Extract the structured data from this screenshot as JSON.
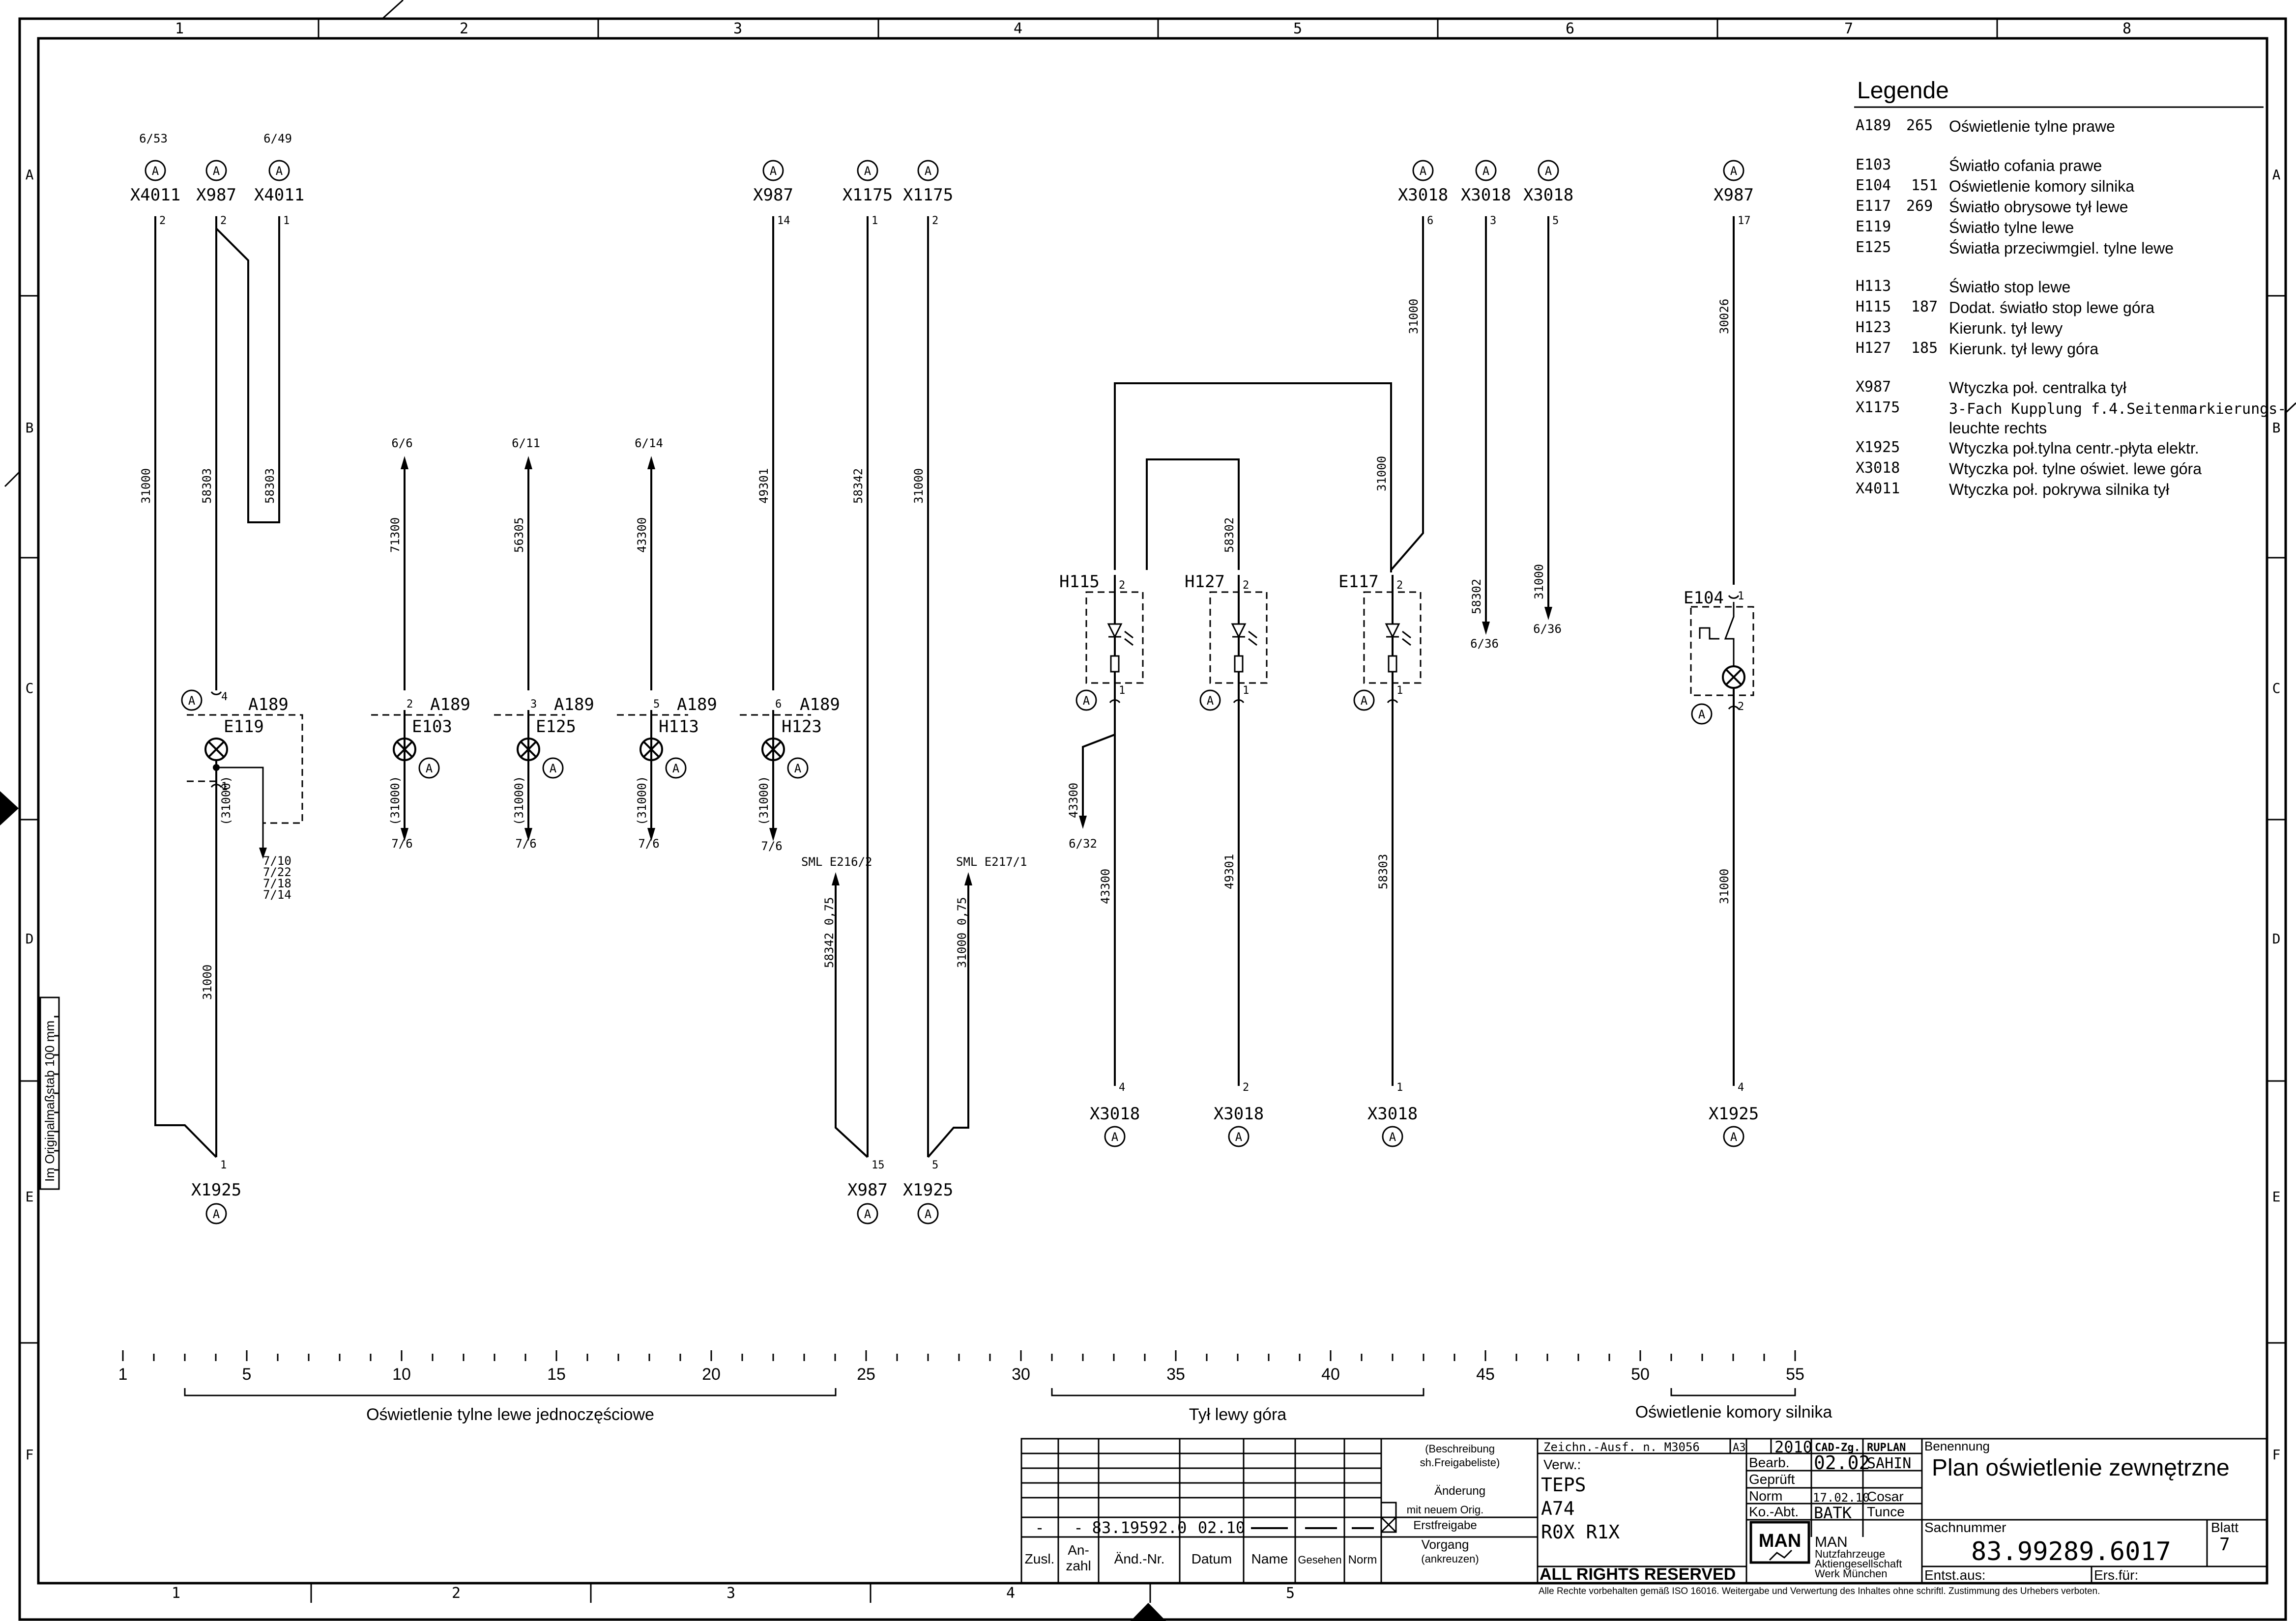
{
  "frame": {
    "columns": [
      "1",
      "2",
      "3",
      "4",
      "5",
      "6",
      "7",
      "8"
    ],
    "rows": [
      "A",
      "B",
      "C",
      "D",
      "E",
      "F"
    ],
    "bottom_columns": [
      "1",
      "2",
      "3",
      "4",
      "5"
    ],
    "scale_note": "Im Originalmaßstab 100 mm"
  },
  "connectors_top": [
    {
      "ref_above": "6/53",
      "name": "X4011",
      "pin": "2"
    },
    {
      "ref_above": "",
      "name": "X987",
      "pin": "2"
    },
    {
      "ref_above": "6/49",
      "name": "X4011",
      "pin": "1"
    },
    {
      "ref_above": "",
      "name": "X987",
      "pin": "14"
    },
    {
      "ref_above": "",
      "name": "X1175",
      "pin": "1"
    },
    {
      "ref_above": "",
      "name": "X1175",
      "pin": "2"
    },
    {
      "ref_above": "",
      "name": "X3018",
      "pin": "6"
    },
    {
      "ref_above": "",
      "name": "X3018",
      "pin": "3"
    },
    {
      "ref_above": "",
      "name": "X3018",
      "pin": "5"
    },
    {
      "ref_above": "",
      "name": "X987",
      "pin": "17"
    }
  ],
  "connectors_bottom": [
    {
      "name": "X1925",
      "pin": "1"
    },
    {
      "name": "X987",
      "pin": "15"
    },
    {
      "name": "X1925",
      "pin": "5"
    },
    {
      "name": "X3018",
      "pin": "4"
    },
    {
      "name": "X3018",
      "pin": "2"
    },
    {
      "name": "X3018",
      "pin": "1"
    },
    {
      "name": "X1925",
      "pin": "4"
    }
  ],
  "node_letter": "A",
  "wires": [
    "31000",
    "58303",
    "58303",
    "71300",
    "56305",
    "43300",
    "49301",
    "58342",
    "31000",
    "31000",
    "31000",
    "31000",
    "58302",
    "31000",
    "30026",
    "43300",
    "43300",
    "49301",
    "58303",
    "31000",
    "(31000)",
    "(31000)",
    "(31000)",
    "(31000)",
    "(31000)",
    "58342  0,75",
    "31000  0,75"
  ],
  "refs": [
    "6/6",
    "6/11",
    "6/14",
    "7/6",
    "7/6",
    "7/6",
    "7/6",
    "6/36",
    "6/36",
    "6/32",
    "7/10",
    "7/22",
    "7/18",
    "7/14"
  ],
  "sml_labels": [
    "SML E216/2",
    "SML E217/1"
  ],
  "lamps": [
    {
      "name": "E119",
      "module": "A189",
      "pin": "4"
    },
    {
      "name": "E103",
      "module": "A189",
      "pin": "2"
    },
    {
      "name": "E125",
      "module": "A189",
      "pin": "3"
    },
    {
      "name": "H113",
      "module": "A189",
      "pin": "5"
    },
    {
      "name": "H123",
      "module": "A189",
      "pin": "6"
    }
  ],
  "leds": [
    {
      "name": "H115",
      "top_pin": "2",
      "bottom_pin": "1"
    },
    {
      "name": "H127",
      "top_pin": "2",
      "bottom_pin": "1"
    },
    {
      "name": "E117",
      "top_pin": "2",
      "bottom_pin": "1"
    }
  ],
  "switch_lamp": {
    "name": "E104",
    "top_pin": "1",
    "bottom_pin": "2"
  },
  "legend": {
    "title": "Legende",
    "groups": [
      [
        {
          "code": "A189",
          "num": "265",
          "desc": "Oświetlenie tylne prawe"
        }
      ],
      [
        {
          "code": "E103",
          "num": "",
          "desc": "Światło cofania prawe"
        },
        {
          "code": "E104",
          "num": "151",
          "desc": "Oświetlenie komory silnika"
        },
        {
          "code": "E117",
          "num": "269",
          "desc": "Światło obrysowe tył lewe"
        },
        {
          "code": "E119",
          "num": "",
          "desc": "Światło tylne lewe"
        },
        {
          "code": "E125",
          "num": "",
          "desc": "Światła przeciwmgiel. tylne lewe"
        }
      ],
      [
        {
          "code": "H113",
          "num": "",
          "desc": "Światło stop lewe"
        },
        {
          "code": "H115",
          "num": "187",
          "desc": "Dodat. światło stop lewe góra"
        },
        {
          "code": "H123",
          "num": "",
          "desc": "Kierunk. tył lewy"
        },
        {
          "code": "H127",
          "num": "185",
          "desc": "Kierunk. tył lewy góra"
        }
      ],
      [
        {
          "code": "X987",
          "num": "",
          "desc": "Wtyczka poł. centralka tył"
        },
        {
          "code": "X1175",
          "num": "",
          "desc": "3-Fach Kupplung f.4.Seitenmarkierungs-"
        },
        {
          "code": "",
          "num": "",
          "desc": "leuchte rechts"
        },
        {
          "code": "X1925",
          "num": "",
          "desc": "Wtyczka poł.tylna centr.-płyta elektr."
        },
        {
          "code": "X3018",
          "num": "",
          "desc": "Wtyczka poł. tylne oświet. lewe góra"
        },
        {
          "code": "X4011",
          "num": "",
          "desc": "Wtyczka poł. pokrywa silnika tył"
        }
      ]
    ]
  },
  "scale": {
    "numbers": [
      "1",
      "5",
      "10",
      "15",
      "20",
      "25",
      "30",
      "35",
      "40",
      "45",
      "50",
      "55"
    ],
    "groups": [
      "Oświetlenie tylne lewe jednoczęściowe",
      "Tył lewy góra",
      "Oświetlenie komory silnika"
    ]
  },
  "title_block": {
    "desc_note_1": "(Beschreibung",
    "desc_note_2": "sh.Freigabeliste)",
    "aenderung": "Änderung",
    "mit_neuem": "mit neuem Orig.",
    "erstfreigabe": "Erstfreigabe",
    "vorgang_1": "Vorgang",
    "vorgang_2": "(ankreuzen)",
    "row_dash_1": "-",
    "row_dash_2": "-",
    "change_no": "83.19592.0",
    "change_date": "02.10",
    "col_zusl": "Zusl.",
    "col_anzahl_1": "An-",
    "col_anzahl_2": "zahl",
    "col_aendnr": "Änd.-Nr.",
    "col_datum": "Datum",
    "col_name": "Name",
    "col_gesehen": "Gesehen",
    "col_norm": "Norm",
    "zeichn": "Zeichn.-Ausf. n. M3056",
    "format": "A3",
    "year": "2010",
    "cad": "CAD-Zg. RUPLAN",
    "verw": "Verw.:",
    "verw_lines": [
      "TEPS",
      "A74",
      "R0X  R1X"
    ],
    "bearb_label": "Bearb.",
    "bearb_date": "02.02",
    "bearb_name": "SAHIN",
    "gepr_label": "Geprüft",
    "norm_label": "Norm",
    "norm_date": "17.02.10",
    "norm_name": "Cosar",
    "koabt_label": "Ko.-Abt.",
    "koabt_code": "BATK",
    "koabt_name": "Tunce",
    "rights": "ALL RIGHTS RESERVED",
    "company_logo": "MAN",
    "company_1": "MAN",
    "company_2": "Nutzfahrzeuge",
    "company_3": "Aktiengesellschaft",
    "company_4": "Werk München",
    "benennung_label": "Benennung",
    "benennung": "Plan oświetlenie zewnętrzne",
    "sachnummer_label": "Sachnummer",
    "sachnummer": "83.99289.6017",
    "blatt_label": "Blatt",
    "blatt": "7",
    "entst_aus": "Entst.aus:",
    "ers_fuer": "Ers.für:",
    "footer": "Alle Rechte vorbehalten gemäß ISO 16016. Weitergabe und Verwertung des Inhaltes ohne schriftl. Zustimmung des Urhebers verboten."
  }
}
